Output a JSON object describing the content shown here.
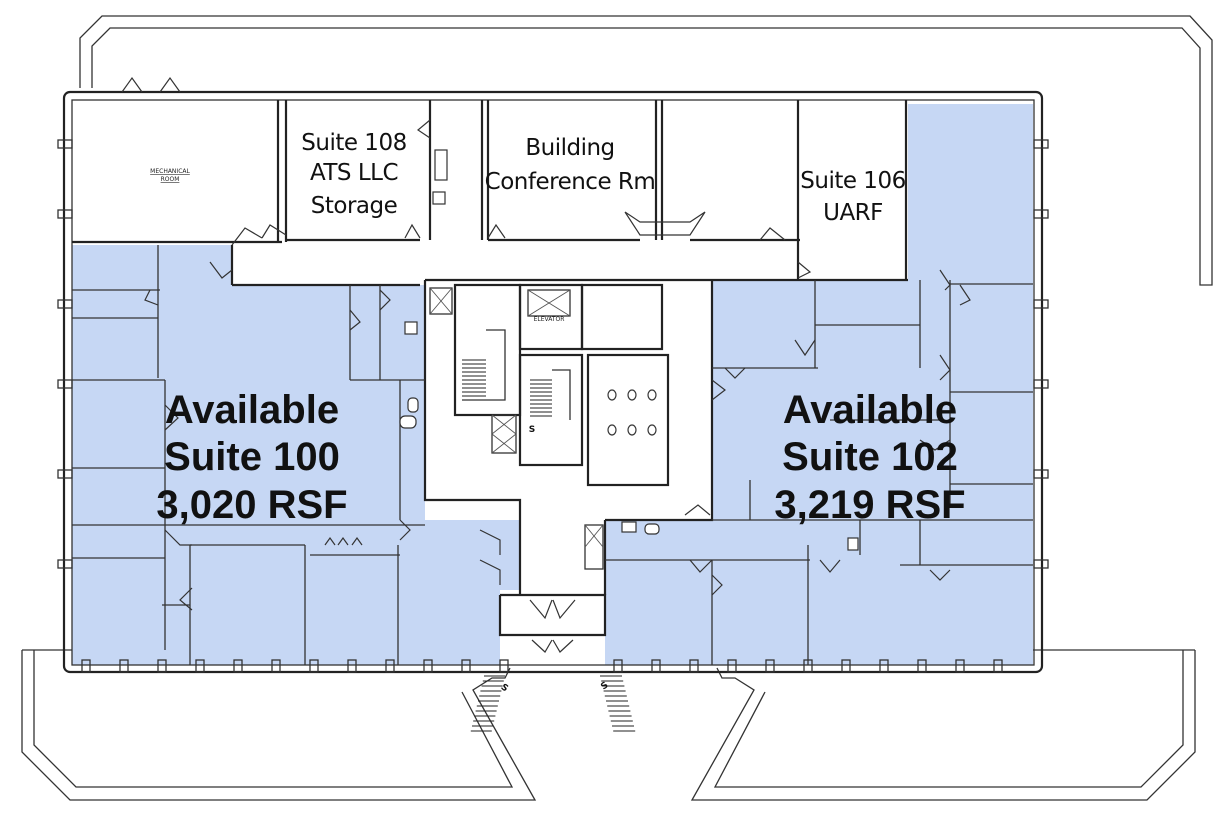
{
  "rooms": {
    "mechanical": [
      "MECHANICAL",
      "ROOM"
    ],
    "suite_108": [
      "Suite 108",
      "ATS LLC",
      "Storage"
    ],
    "conference": [
      "Building",
      "Conference Rm"
    ],
    "suite_106": [
      "Suite 106",
      "UARF"
    ],
    "elevator": "ELEVATOR"
  },
  "available": {
    "suite_100": [
      "Available",
      "Suite 100",
      "3,020 RSF"
    ],
    "suite_102": [
      "Available",
      "Suite 102",
      "3,219 RSF"
    ]
  },
  "stair_markers": [
    "S",
    "S",
    "S"
  ],
  "colors": {
    "available_fill": "#bcd0f2",
    "wall": "#222222",
    "background": "#ffffff"
  }
}
